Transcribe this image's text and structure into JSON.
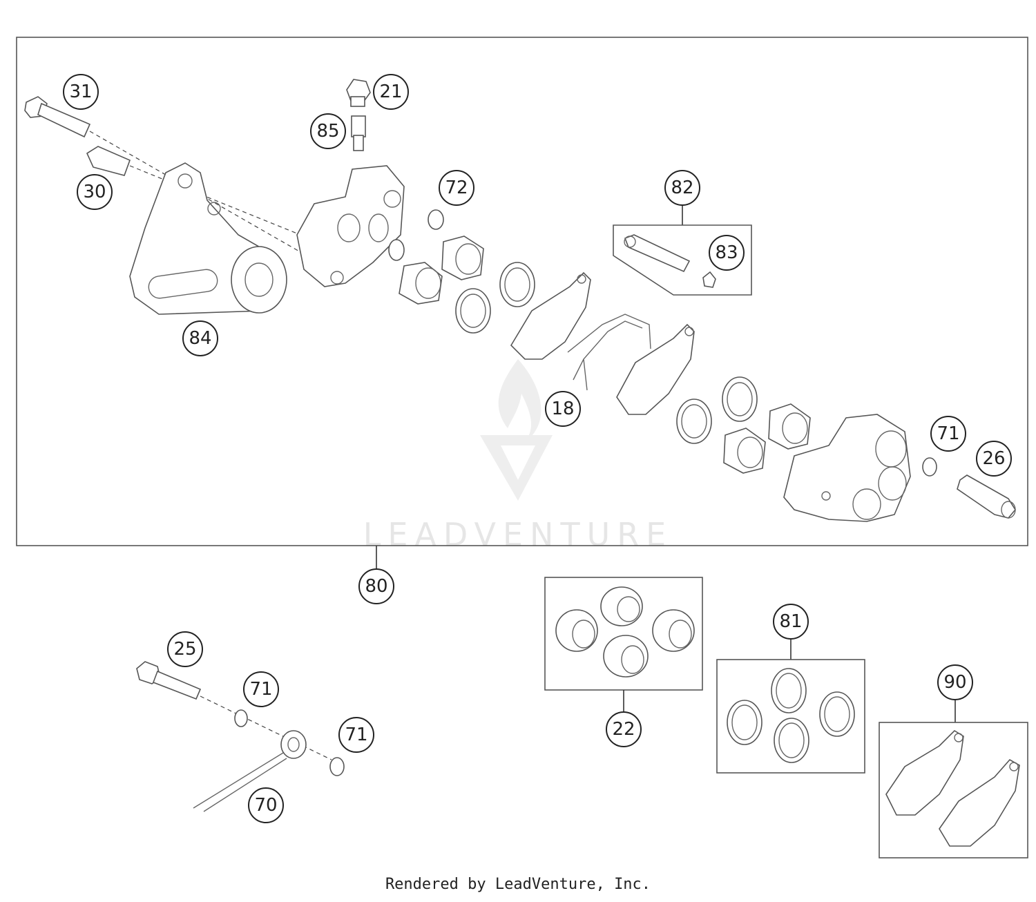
{
  "watermark": "LEADVENTURE",
  "footer": "Rendered by LeadVenture, Inc.",
  "callouts": {
    "c31": "31",
    "c21": "21",
    "c85": "85",
    "c30": "30",
    "c72": "72",
    "c82": "82",
    "c83": "83",
    "c84": "84",
    "c18": "18",
    "c71a": "71",
    "c26": "26",
    "c80": "80",
    "c25": "25",
    "c71b": "71",
    "c71c": "71",
    "c70": "70",
    "c22": "22",
    "c81": "81",
    "c90": "90"
  }
}
